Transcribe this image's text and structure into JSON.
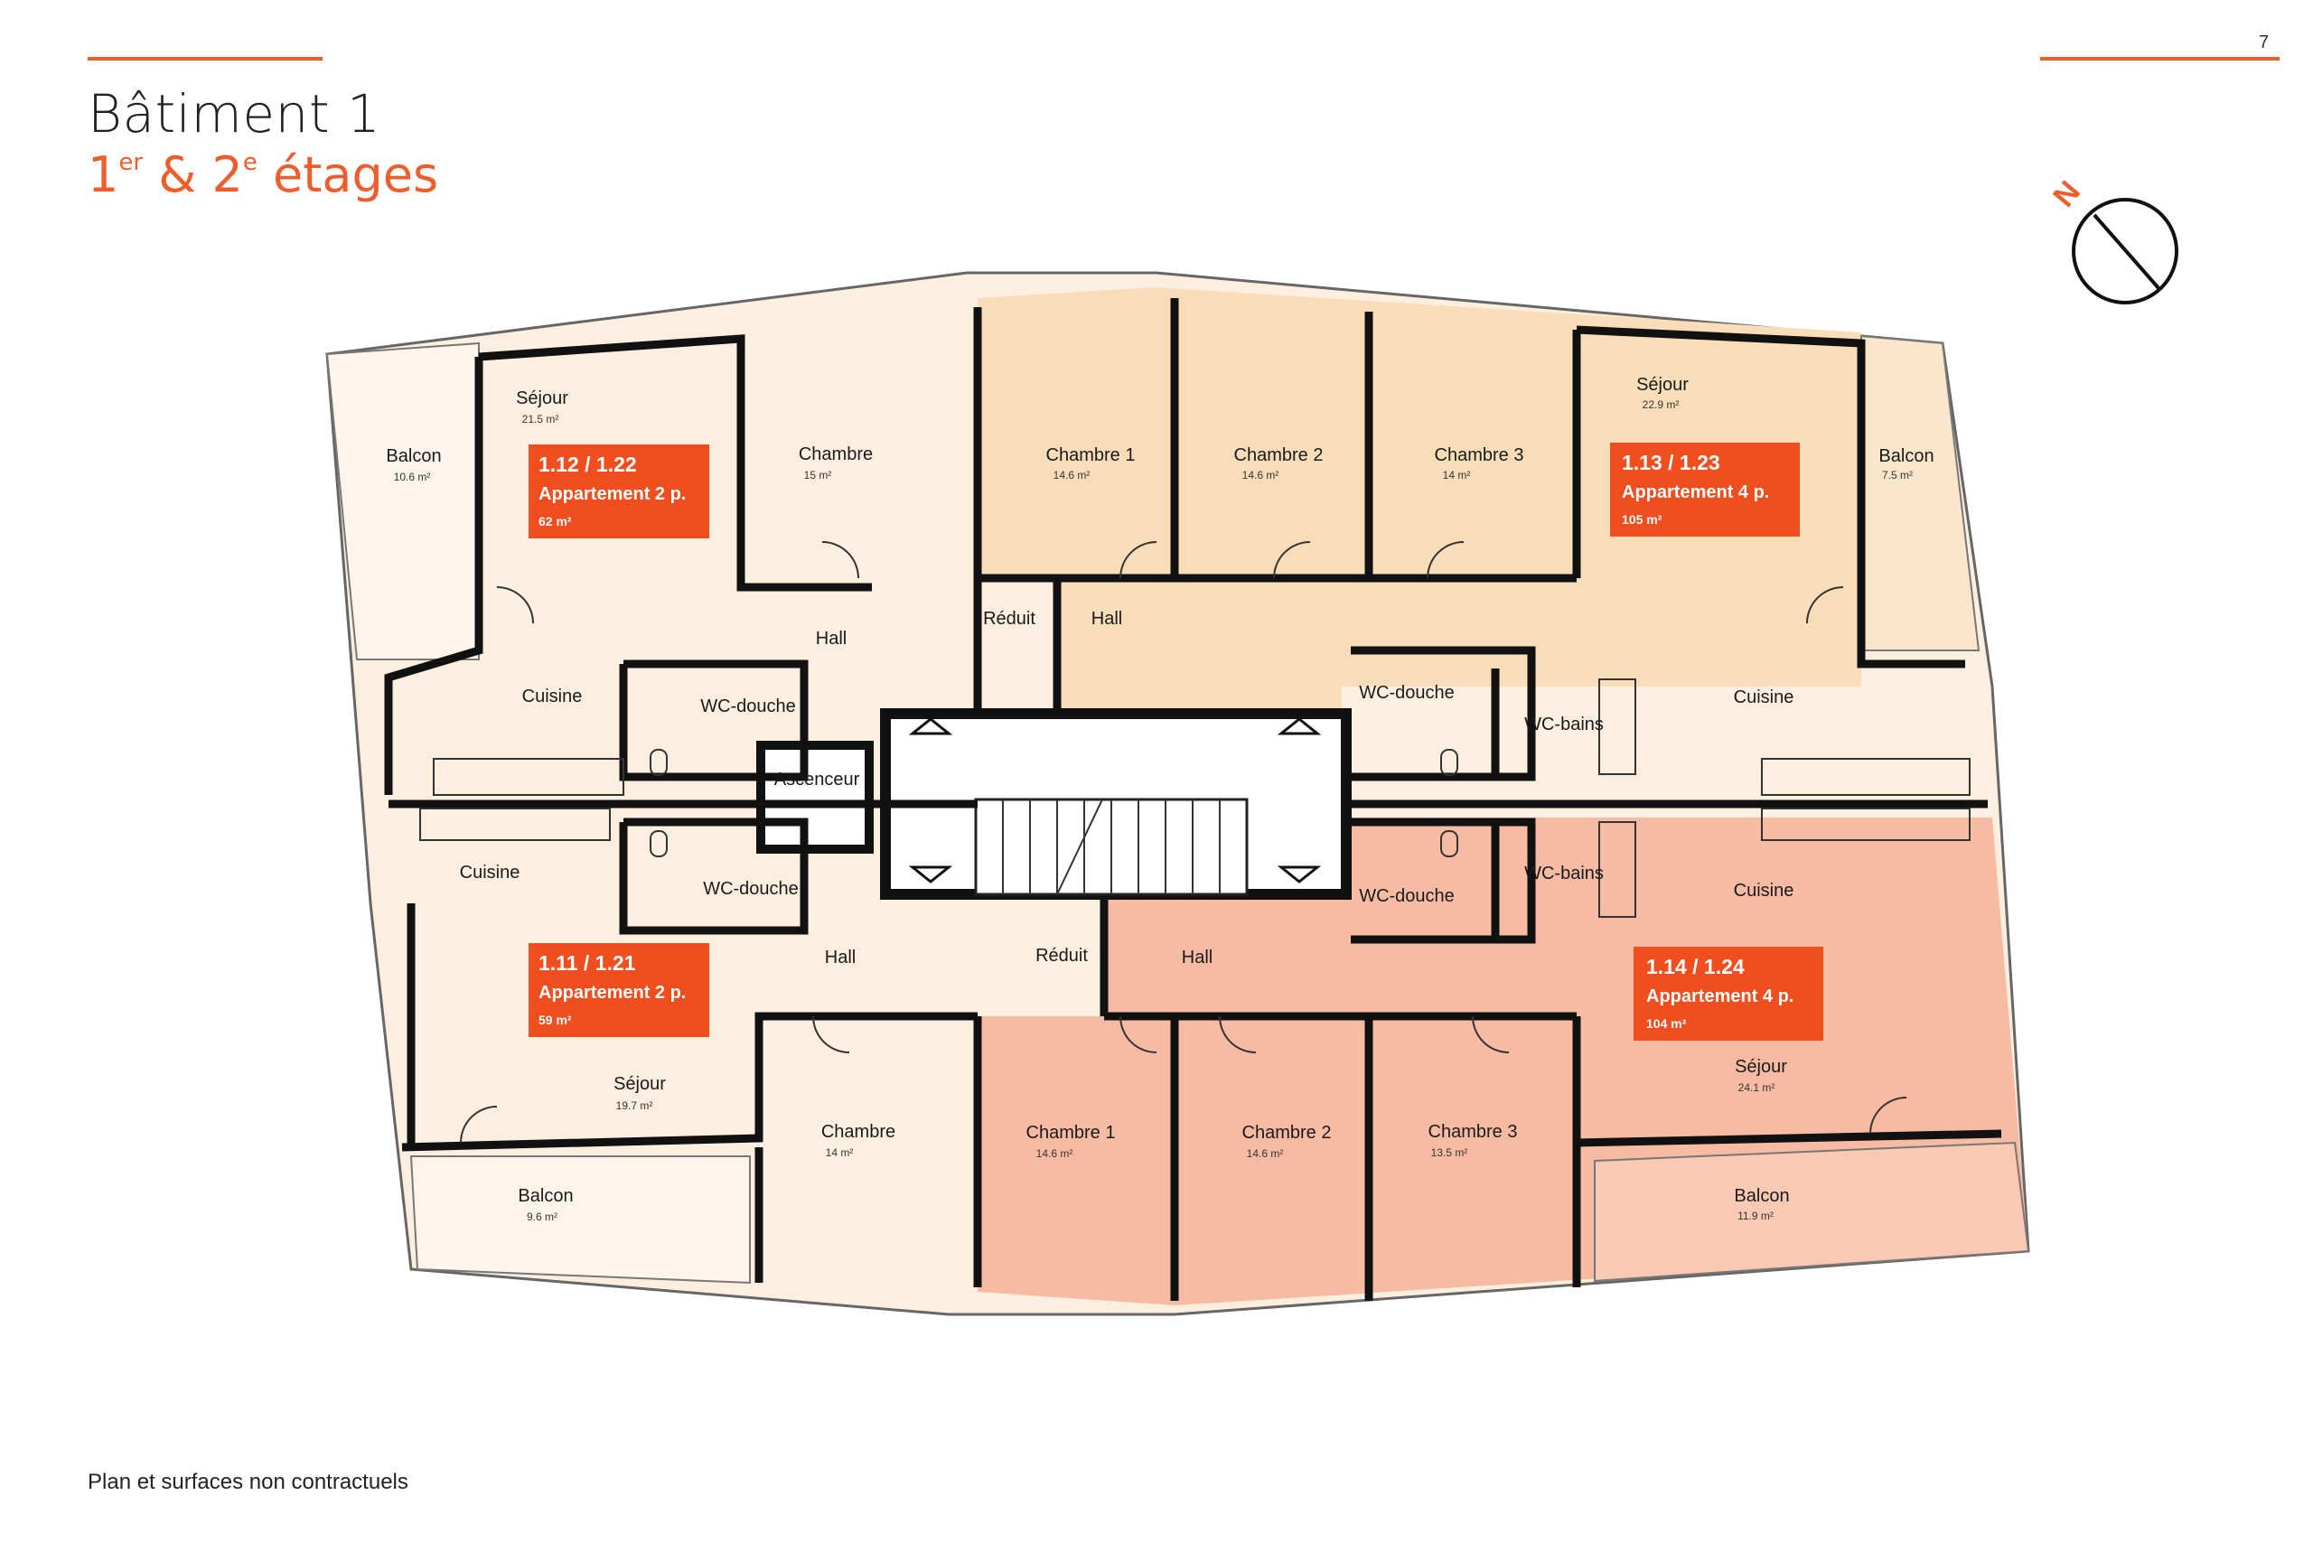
{
  "page": {
    "number": "7"
  },
  "header": {
    "title": "Bâtiment 1",
    "subtitle_pre": "1",
    "subtitle_sup1": "er",
    "subtitle_mid": " & 2",
    "subtitle_sup2": "e",
    "subtitle_post": " étages"
  },
  "footer": {
    "note": "Plan et surfaces non contractuels"
  },
  "compass": {
    "label": "N"
  },
  "colors": {
    "accent": "#ee5d2c",
    "unit_light": "#fcefe0",
    "unit_medium": "#f9ddb8",
    "unit_pink": "#f7bba3",
    "wall": "#111111"
  },
  "units": {
    "u112": {
      "number": "1.12 / 1.22",
      "type": "Appartement 2 p.",
      "area": "62 m²"
    },
    "u113": {
      "number": "1.13 / 1.23",
      "type": "Appartement 4 p.",
      "area": "105 m²"
    },
    "u111": {
      "number": "1.11 / 1.21",
      "type": "Appartement 2 p.",
      "area": "59 m²"
    },
    "u114": {
      "number": "1.14 / 1.24",
      "type": "Appartement 4 p.",
      "area": "104 m²"
    }
  },
  "rooms": {
    "r1": {
      "name": "Séjour",
      "area": "21.5 m²"
    },
    "r2": {
      "name": "Balcon",
      "area": "10.6 m²"
    },
    "r3": {
      "name": "Chambre",
      "area": "15 m²"
    },
    "r4": {
      "name": "Chambre 1",
      "area": "14.6 m²"
    },
    "r5": {
      "name": "Chambre 2",
      "area": "14.6 m²"
    },
    "r6": {
      "name": "Chambre 3",
      "area": "14 m²"
    },
    "r7": {
      "name": "Séjour",
      "area": "22.9 m²"
    },
    "r8": {
      "name": "Balcon",
      "area": "7.5 m²"
    },
    "r9": {
      "name": "Hall"
    },
    "r10": {
      "name": "Réduit"
    },
    "r11": {
      "name": "Hall"
    },
    "r12": {
      "name": "Cuisine"
    },
    "r13": {
      "name": "WC-douche"
    },
    "r14": {
      "name": "WC-douche"
    },
    "r15": {
      "name": "WC-bains"
    },
    "r16": {
      "name": "Cuisine"
    },
    "r17": {
      "name": "Ascenceur"
    },
    "r18": {
      "name": "Cuisine"
    },
    "r19": {
      "name": "WC-douche"
    },
    "r20": {
      "name": "WC-douche"
    },
    "r21": {
      "name": "WC-bains"
    },
    "r22": {
      "name": "Cuisine"
    },
    "r23": {
      "name": "Hall"
    },
    "r24": {
      "name": "Réduit"
    },
    "r25": {
      "name": "Hall"
    },
    "r26": {
      "name": "Séjour",
      "area": "19.7 m²"
    },
    "r27": {
      "name": "Séjour",
      "area": "24.1 m²"
    },
    "r28": {
      "name": "Chambre",
      "area": "14 m²"
    },
    "r29": {
      "name": "Chambre 1",
      "area": "14.6 m²"
    },
    "r30": {
      "name": "Chambre 2",
      "area": "14.6 m²"
    },
    "r31": {
      "name": "Chambre 3",
      "area": "13.5 m²"
    },
    "r32": {
      "name": "Balcon",
      "area": "9.6 m²"
    },
    "r33": {
      "name": "Balcon",
      "area": "11.9 m²"
    }
  }
}
